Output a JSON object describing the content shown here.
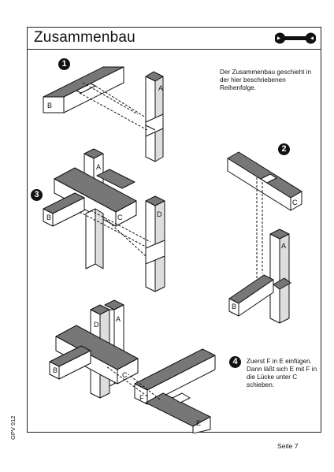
{
  "header": {
    "title": "Zusammenbau"
  },
  "steps": [
    {
      "number": "1"
    },
    {
      "number": "2"
    },
    {
      "number": "3"
    },
    {
      "number": "4"
    }
  ],
  "instructions": {
    "intro": "Der  Zusammenbau geschieht in der hier beschriebenen Reihenfolge.",
    "step4": "Zuerst F in E einfügen. Dann läßt sich E mit F in die Lücke unter C schieben."
  },
  "part_labels": {
    "a": "A",
    "b": "B",
    "c": "C",
    "d": "D",
    "e": "E",
    "f": "F"
  },
  "footer": {
    "page": "Seite 7",
    "code": "GPV 912"
  },
  "icons": {
    "header": "wrench-icon"
  }
}
